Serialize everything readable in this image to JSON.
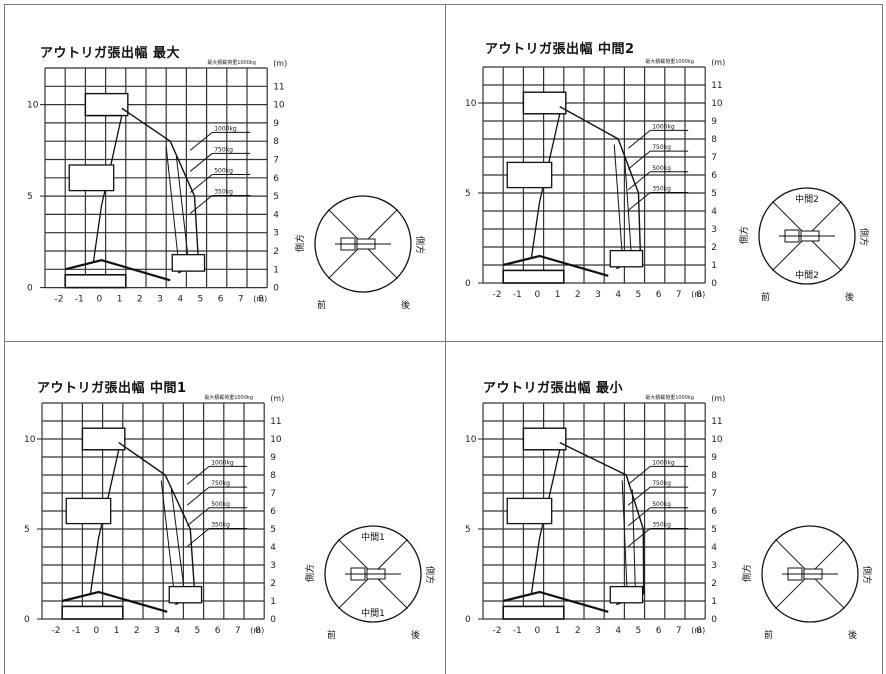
{
  "panels": [
    {
      "title": "アウトリガ張出幅 最大",
      "lane_text": "最大積載荷重1000kg",
      "unit_right": "(m)",
      "unit_bottom": "(m)",
      "left_ticks": [
        "10",
        "5",
        "0"
      ],
      "right_ticks": [
        "11",
        "10",
        "9",
        "8",
        "7",
        "6",
        "5",
        "4",
        "3",
        "2",
        "1",
        "0"
      ],
      "bottom_ticks": [
        "-2",
        "-1",
        "0",
        "1",
        "2",
        "3",
        "4",
        "5",
        "6",
        "7",
        "8"
      ],
      "loads": [
        "1000kg",
        "750kg",
        "500kg",
        "350kg"
      ],
      "circle_labels": [],
      "front_label": "前",
      "rear_label": "後",
      "side_left": "側方",
      "side_right": "側方"
    },
    {
      "title": "アウトリガ張出幅 中間2",
      "lane_text": "最大積載荷重1000kg",
      "unit_right": "(m)",
      "unit_bottom": "(m)",
      "left_ticks": [
        "10",
        "5",
        "0"
      ],
      "right_ticks": [
        "11",
        "10",
        "9",
        "8",
        "7",
        "6",
        "5",
        "4",
        "3",
        "2",
        "1",
        "0"
      ],
      "bottom_ticks": [
        "-2",
        "-1",
        "0",
        "1",
        "2",
        "3",
        "4",
        "5",
        "6",
        "7",
        "8"
      ],
      "loads": [
        "1000kg",
        "750kg",
        "500kg",
        "350kg"
      ],
      "circle_labels": [
        "中間2",
        "中間2"
      ],
      "front_label": "前",
      "rear_label": "後",
      "side_left": "側方",
      "side_right": "側方"
    },
    {
      "title": "アウトリガ張出幅 中間1",
      "lane_text": "最大積載荷重1000kg",
      "unit_right": "(m)",
      "unit_bottom": "(m)",
      "left_ticks": [
        "10",
        "5",
        "0"
      ],
      "right_ticks": [
        "11",
        "10",
        "9",
        "8",
        "7",
        "6",
        "5",
        "4",
        "3",
        "2",
        "1",
        "0"
      ],
      "bottom_ticks": [
        "-2",
        "-1",
        "0",
        "1",
        "2",
        "3",
        "4",
        "5",
        "6",
        "7",
        "8"
      ],
      "loads": [
        "1000kg",
        "750kg",
        "500kg",
        "350kg"
      ],
      "circle_labels": [
        "中間1",
        "中間1"
      ],
      "front_label": "前",
      "rear_label": "後",
      "side_left": "側方",
      "side_right": "側方"
    },
    {
      "title": "アウトリガ張出幅 最小",
      "lane_text": "最大積載荷重1000kg",
      "unit_right": "(m)",
      "unit_bottom": "(m)",
      "left_ticks": [
        "10",
        "5",
        "0"
      ],
      "right_ticks": [
        "11",
        "10",
        "9",
        "8",
        "7",
        "6",
        "5",
        "4",
        "3",
        "2",
        "1",
        "0"
      ],
      "bottom_ticks": [
        "-2",
        "-1",
        "0",
        "1",
        "2",
        "3",
        "4",
        "5",
        "6",
        "7",
        "8"
      ],
      "loads": [
        "1000kg",
        "750kg",
        "500kg",
        "350kg"
      ],
      "circle_labels": [],
      "front_label": "前",
      "rear_label": "後",
      "side_left": "側方",
      "side_right": "側方"
    }
  ]
}
